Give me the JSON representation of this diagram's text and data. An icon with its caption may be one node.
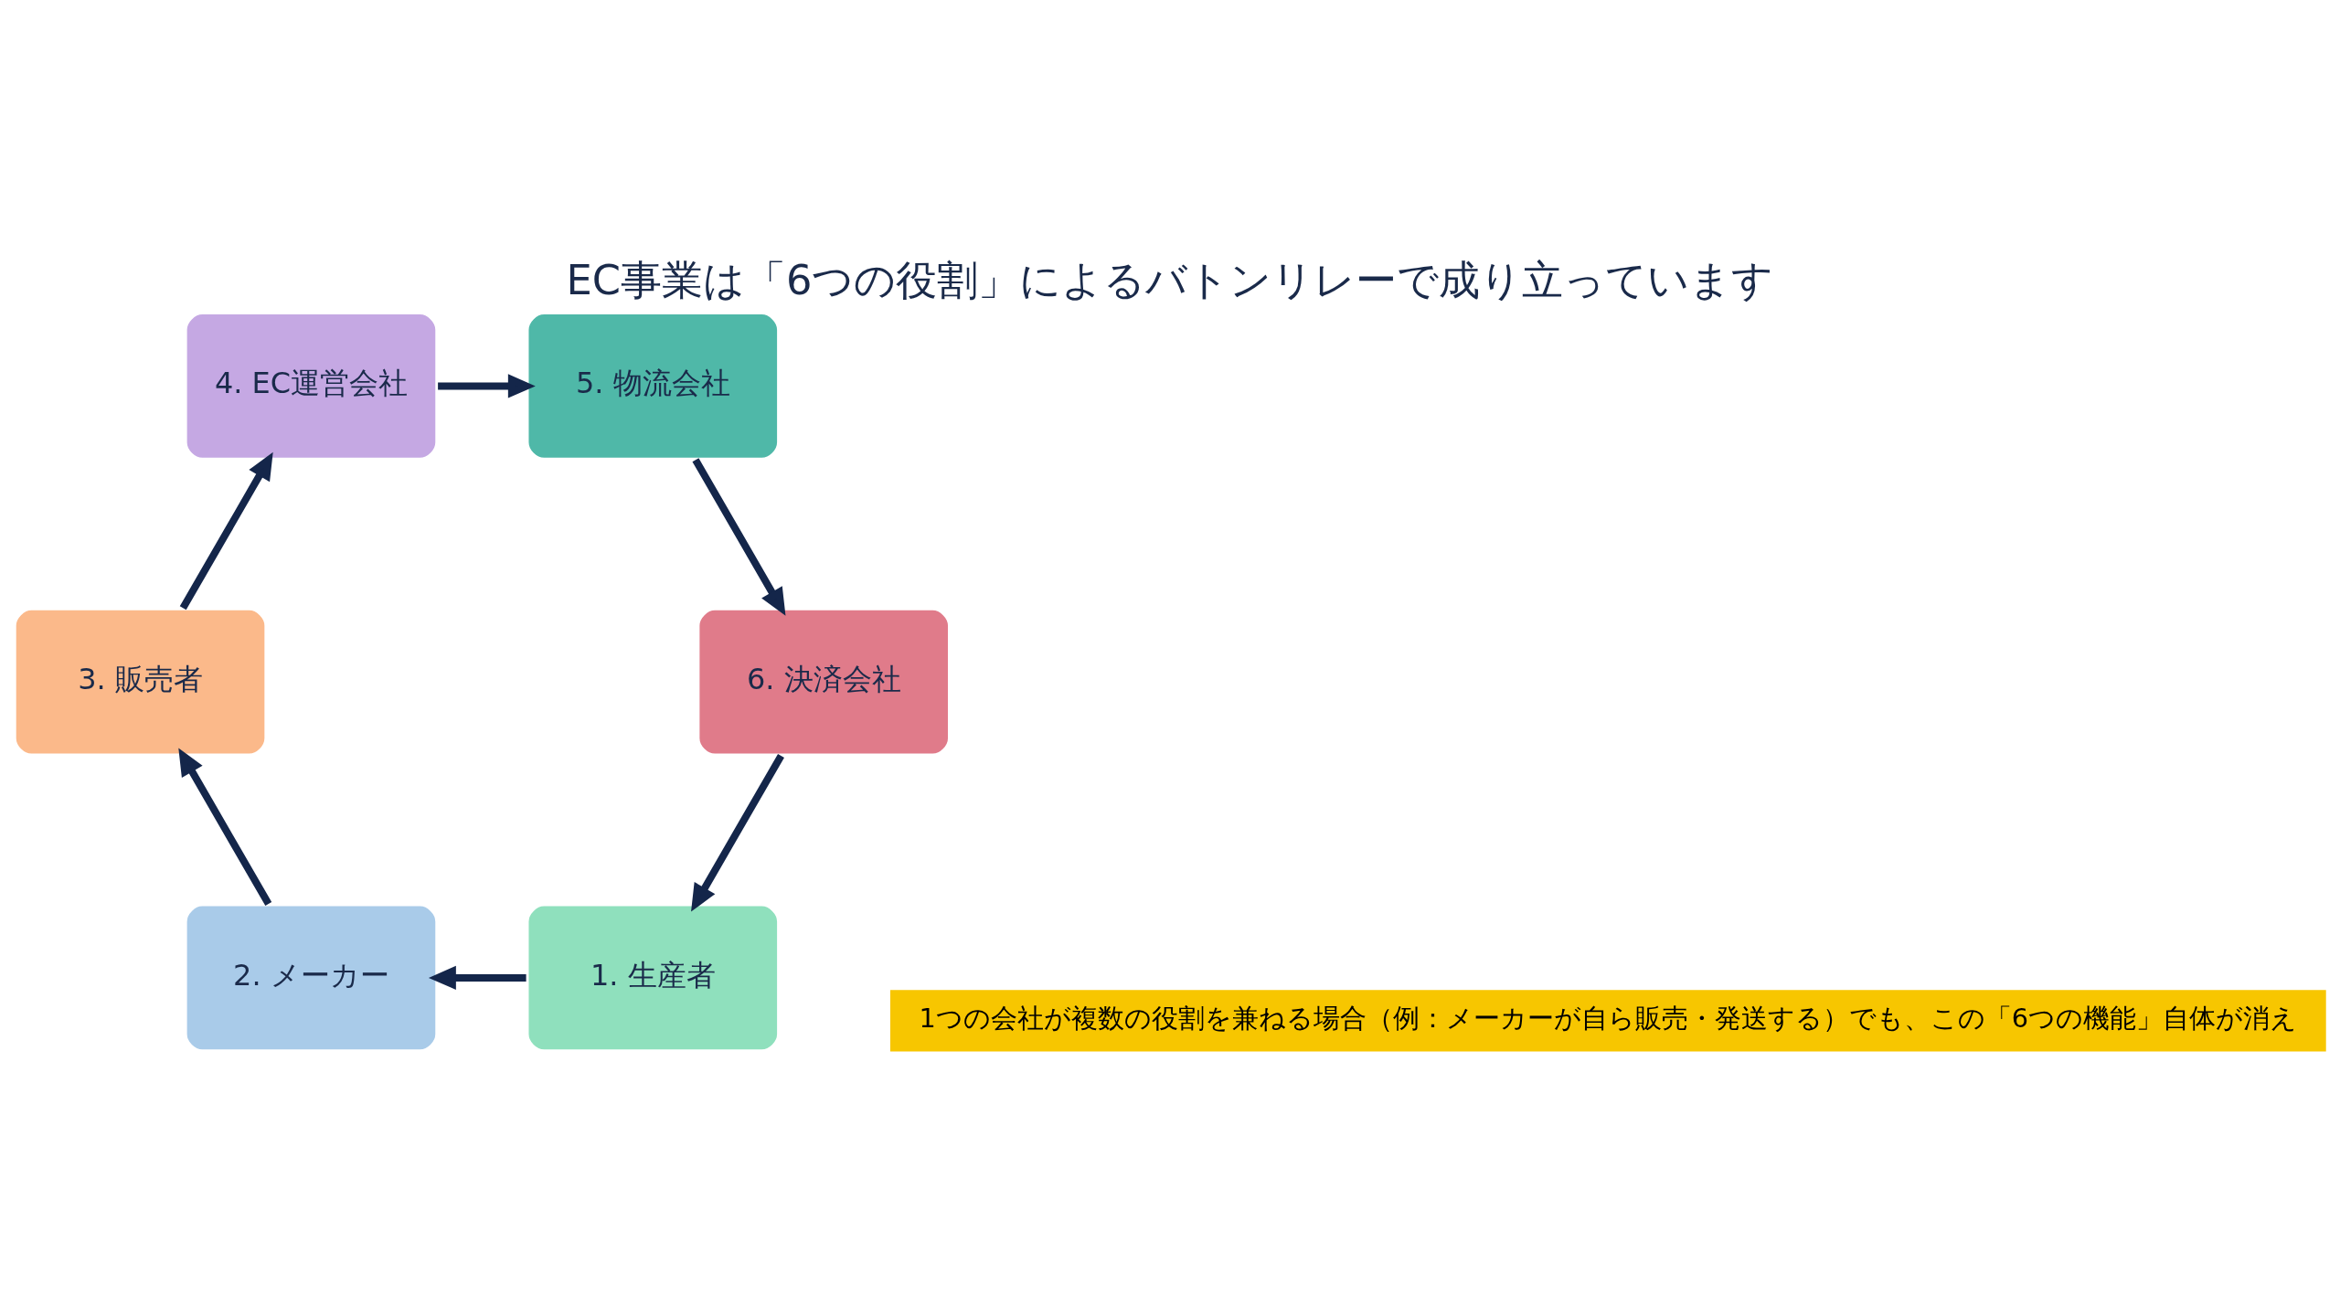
{
  "diagram": {
    "title": "EC事業は「6つの役割」によるバトンリレーで成り立っています",
    "nodes": [
      {
        "text": [
          "1. 生産者"
        ]
      },
      {
        "text": [
          "2. メーカー"
        ]
      },
      {
        "text": [
          "3. 販売者"
        ]
      },
      {
        "text": [
          "4. EC運営会社"
        ]
      },
      {
        "text": [
          "5. 物流会社"
        ]
      },
      {
        "text": [
          "6. 決済会社"
        ]
      }
    ],
    "edges": [
      {
        "from": 0,
        "to": 1,
        "arrow": "to"
      },
      {
        "from": 1,
        "to": 2,
        "arrow": "to"
      },
      {
        "from": 2,
        "to": 3,
        "arrow": "to"
      },
      {
        "from": 3,
        "to": 4,
        "arrow": "to"
      },
      {
        "from": 4,
        "to": 5,
        "arrow": "to"
      },
      {
        "from": 5,
        "to": 0,
        "arrow": "to"
      }
    ],
    "labels": [
      "1つの会社が複数の役割を兼ねる場合（例：メーカーが自ら販売・発送する）でも、この「6つの機能」自体が消え"
    ]
  }
}
